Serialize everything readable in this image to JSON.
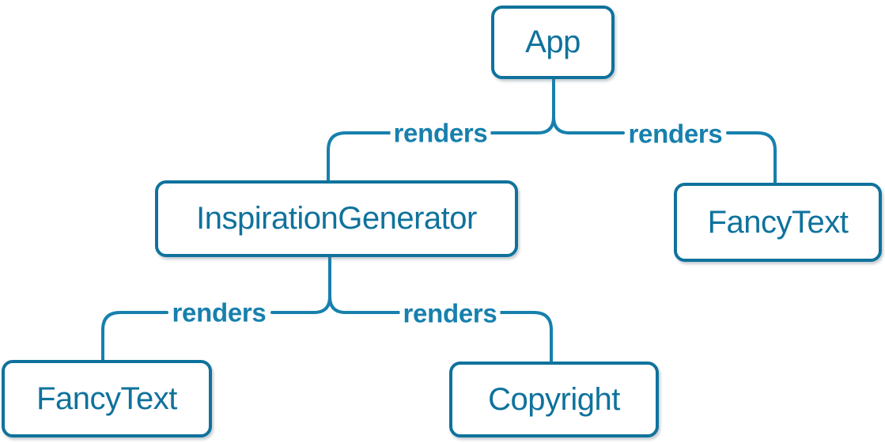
{
  "diagram": {
    "type": "component-render-tree",
    "colors": {
      "node_border": "#0f729c",
      "node_text": "#0f729c",
      "node_fill": "#ffffff",
      "edge_line": "#1780ad",
      "edge_label_text": "#1780ad",
      "background": "#ffffff"
    },
    "nodes": {
      "app": {
        "label": "App"
      },
      "inspiration_generator": {
        "label": "InspirationGenerator"
      },
      "fancy_text_top": {
        "label": "FancyText"
      },
      "fancy_text_bottom": {
        "label": "FancyText"
      },
      "copyright": {
        "label": "Copyright"
      }
    },
    "edges": [
      {
        "from": "App",
        "to": "InspirationGenerator",
        "label": "renders"
      },
      {
        "from": "App",
        "to": "FancyText",
        "label": "renders"
      },
      {
        "from": "InspirationGenerator",
        "to": "FancyText",
        "label": "renders"
      },
      {
        "from": "InspirationGenerator",
        "to": "Copyright",
        "label": "renders"
      }
    ]
  }
}
